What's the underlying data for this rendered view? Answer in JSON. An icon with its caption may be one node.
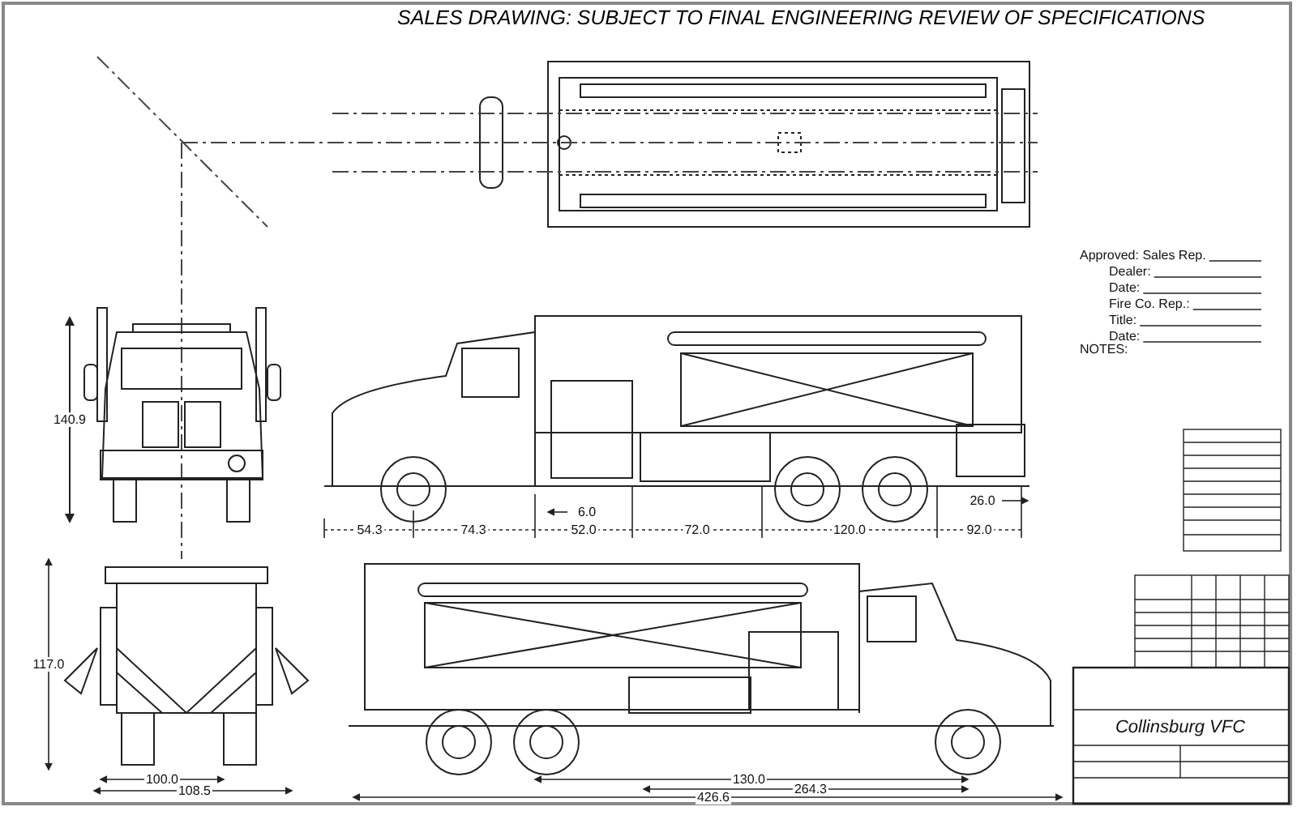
{
  "diagram": {
    "title": "SALES DRAWING:  SUBJECT TO FINAL ENGINEERING REVIEW OF SPECIFICATIONS",
    "labels": [
      "Approved: Sales Rep.",
      "Dealer:",
      "Date:",
      "Fire Co. Rep.:",
      "Title:",
      "Date:",
      "NOTES:",
      "140.9",
      "54.3",
      "74.3",
      "6.0",
      "52.0",
      "72.0",
      "120.0",
      "92.0",
      "26.0",
      "117.0",
      "Collinsburg VFC",
      "100.0",
      "130.0",
      "108.5",
      "264.3",
      "426.6"
    ]
  }
}
